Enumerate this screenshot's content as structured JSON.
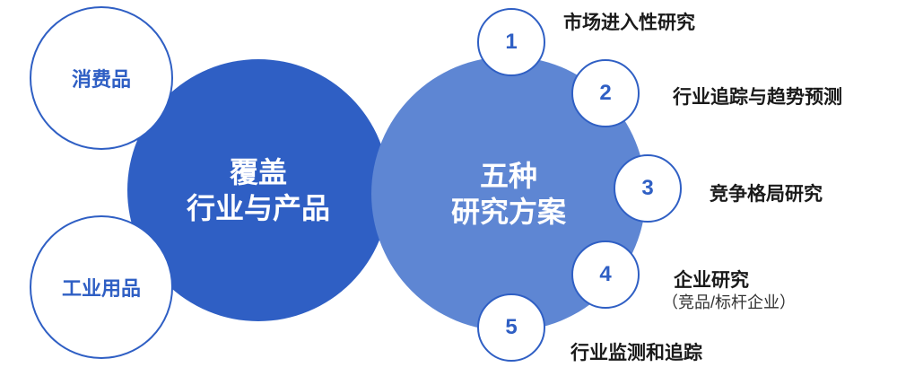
{
  "left_hub": {
    "line1": "覆盖",
    "line2": "行业与产品",
    "items": [
      {
        "label": "消费品"
      },
      {
        "label": "工业用品"
      }
    ]
  },
  "right_hub": {
    "line1": "五种",
    "line2": "研究方案",
    "items": [
      {
        "num": "1",
        "text": "市场进入性研究"
      },
      {
        "num": "2",
        "text": "行业追踪与趋势预测"
      },
      {
        "num": "3",
        "text": "竞争格局研究"
      },
      {
        "num": "4",
        "text": "企业研究",
        "subtext": "（竞品/标杆企业）"
      },
      {
        "num": "5",
        "text": "行业监测和追踪"
      }
    ]
  },
  "colors": {
    "dark_blue": "#2f5fc4",
    "light_blue": "#5e86d3",
    "text_dark": "#1a1a1a"
  }
}
